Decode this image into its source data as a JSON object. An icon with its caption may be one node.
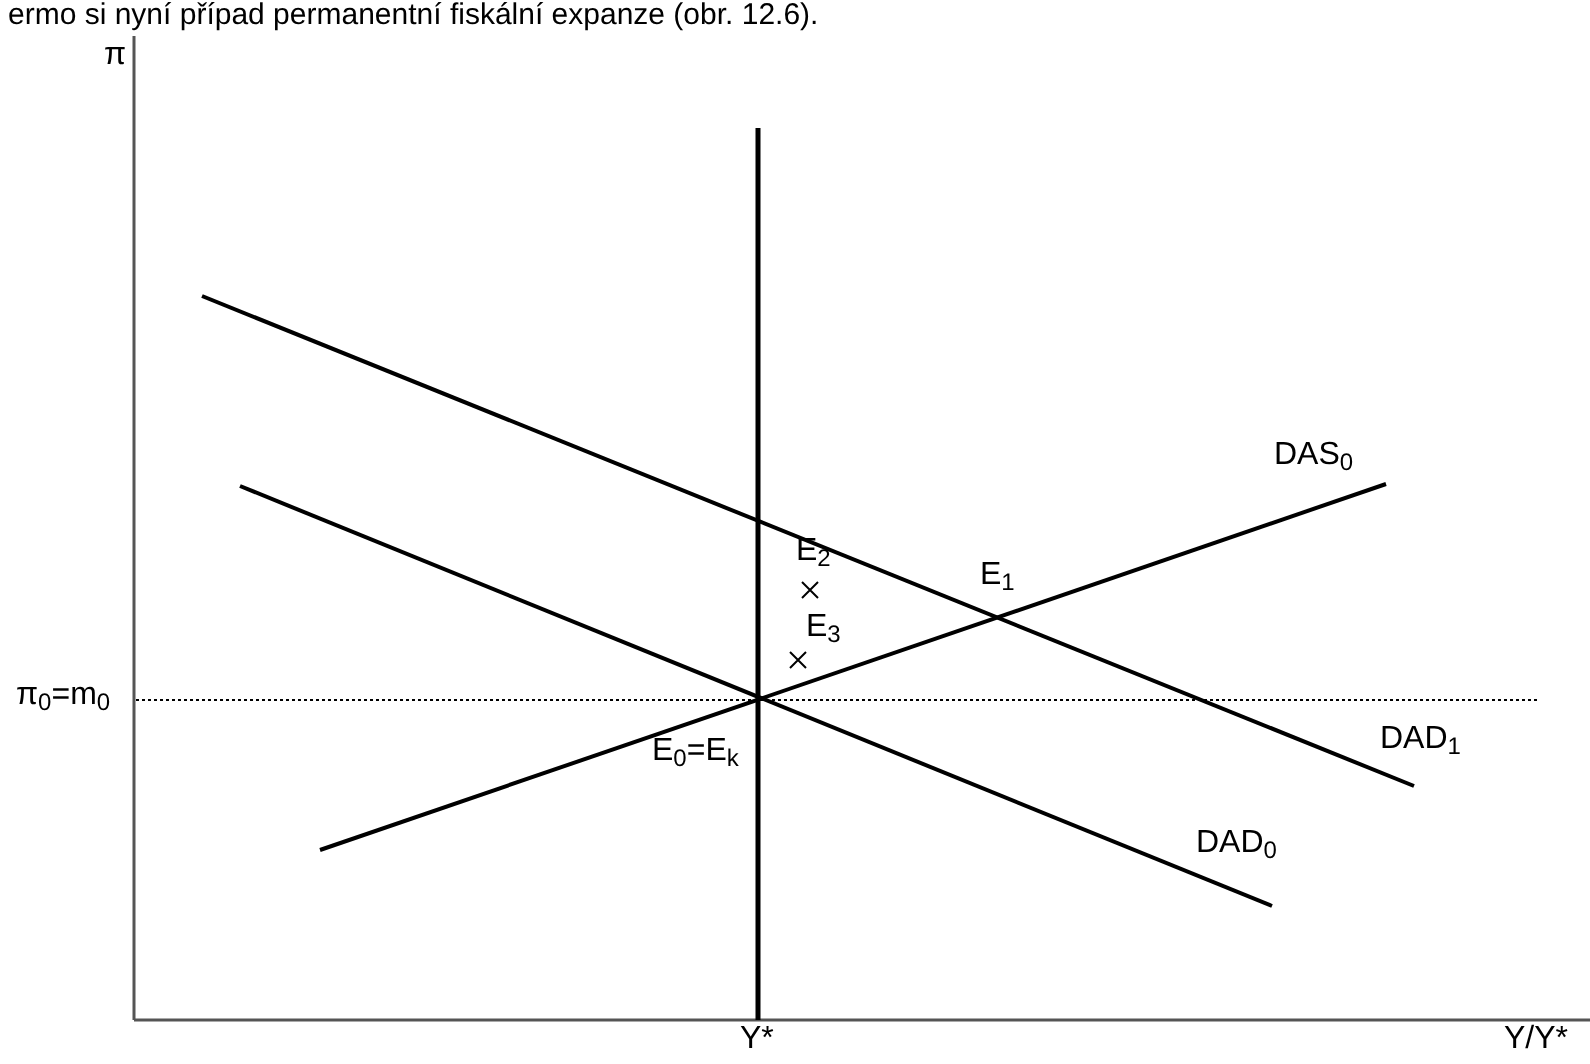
{
  "diagram": {
    "labels": [
      "ermo si nyní případ permanentní fiskální expanze (obr. 12.6).",
      "π",
      "DAS$_{0}$",
      "E$_{2}$",
      "E$_{1}$",
      "E$_{3}$",
      "π$_{0}$=m$_{0}$",
      "E$_{0}$=E$_{k}$",
      "DAD$_{1}$",
      "DAD$_{0}$",
      "Y*",
      "Y/Y*"
    ]
  }
}
